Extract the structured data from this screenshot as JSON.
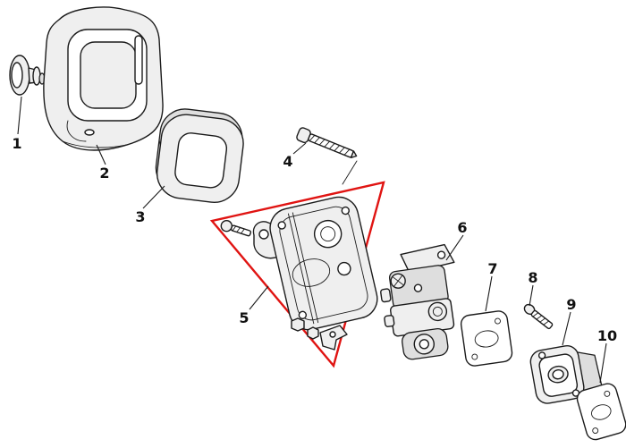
{
  "figure": {
    "kind": "exploded-parts-diagram",
    "background_color": "#ffffff",
    "outline_color": "#1b1b1b",
    "highlight_color": "#e01412"
  },
  "parts": [
    {
      "number": "1",
      "name": "mounting-knob"
    },
    {
      "number": "2",
      "name": "air-filter-cover"
    },
    {
      "number": "3",
      "name": "air-filter-element"
    },
    {
      "number": "4",
      "name": "cover-screw"
    },
    {
      "number": "5",
      "name": "air-filter-base-plate-assembly"
    },
    {
      "number": "6",
      "name": "carburetor"
    },
    {
      "number": "7",
      "name": "carburetor-gasket"
    },
    {
      "number": "8",
      "name": "manifold-screw"
    },
    {
      "number": "9",
      "name": "intake-manifold"
    },
    {
      "number": "10",
      "name": "manifold-gasket"
    }
  ]
}
